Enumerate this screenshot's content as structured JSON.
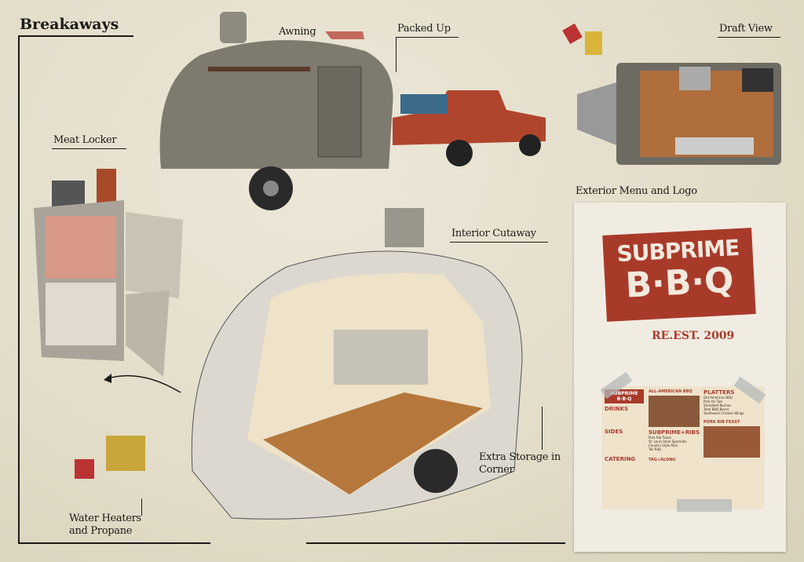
{
  "title": "Breakaways",
  "labels": {
    "awning": "Awning",
    "packed_up": "Packed Up",
    "draft_view": "Draft View",
    "meat_locker": "Meat Locker",
    "interior_cutaway": "Interior Cutaway",
    "exterior_menu": "Exterior Menu and Logo",
    "extra_storage": "Extra Storage in Corner",
    "water_heaters": "Water Heaters and Propane"
  },
  "logo": {
    "line1": "SUBPRIME",
    "line2": "B·B·Q",
    "established": "RE.EST. 2009"
  },
  "menu": {
    "drinks": "DRINKS",
    "sides": "SIDES",
    "catering": "CATERING",
    "featured_left": "ALL-AMERICAN BBQ",
    "ribs": "SUBPRIME+RIBS",
    "rib_items": [
      "Pork Rib Tease",
      "St. Louis Style Spareribs",
      "Country Style Ribs",
      "Tail Ribs"
    ],
    "platters": "PLATTERS",
    "platter_items": [
      "Old American BBQ",
      "Pork for Two",
      "Shredded Nachos",
      "Total BBQ Blend",
      "Southwest Chicken Wings"
    ],
    "featured_right": "PORK RIB FEAST",
    "tag_along": "TAG+ALONG"
  },
  "colors": {
    "accent": "#a83a2a",
    "paper": "#e6e0cf",
    "ink": "#1c1a17"
  }
}
